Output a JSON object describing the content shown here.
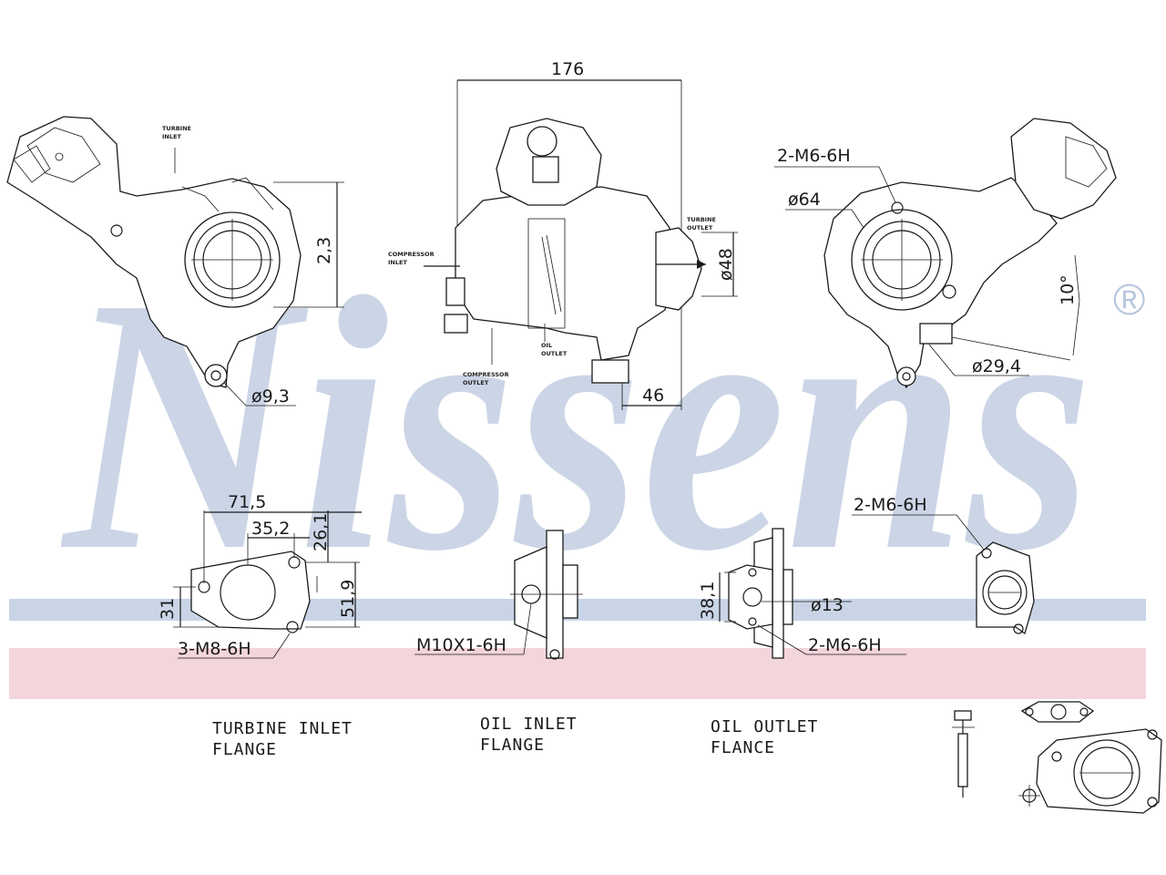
{
  "watermark": {
    "brand": "Nissens",
    "registered_mark": "®",
    "color": "#b9c7dd",
    "band_blue": "#c9d5e6",
    "band_pink": "#f0cbd3"
  },
  "top_left_view": {
    "turbine_inlet_label": [
      "TURBINE",
      "INLET"
    ],
    "dim_height": "2,3",
    "dim_hole": "ø9,3"
  },
  "top_center_view": {
    "dim_width": "176",
    "dim_offset": "46",
    "dim_outlet": "ø48",
    "turbine_outlet_label": [
      "TURBINE",
      "OUTLET"
    ],
    "compressor_inlet_label": [
      "COMPRESSOR",
      "INLET"
    ],
    "compressor_outlet_label": [
      "COMPRESSOR",
      "OUTLET"
    ],
    "oil_outlet_label": [
      "OIL",
      "OUTLET"
    ]
  },
  "top_right_view": {
    "thread": "2-M6-6H",
    "diameter": "ø64",
    "angle": "10°",
    "diameter_small": "ø29,4"
  },
  "turbine_inlet_flange": {
    "caption": [
      "TURBINE INLET",
      "FLANGE"
    ],
    "dim_width": "71,5",
    "dim_half": "35,2",
    "dim_top": "26,1",
    "dim_height": "51,9",
    "dim_left": "31",
    "thread": "3-M8-6H"
  },
  "oil_inlet_flange": {
    "caption": [
      "OIL INLET",
      "FLANGE"
    ],
    "thread": "M10X1-6H"
  },
  "oil_outlet_flange": {
    "caption": [
      "OIL OUTLET",
      "FLANCE"
    ],
    "dim_height": "38,1",
    "dim_hole": "ø13",
    "thread": "2-M6-6H"
  },
  "outlet_gasket": {
    "thread": "2-M6-6H"
  }
}
